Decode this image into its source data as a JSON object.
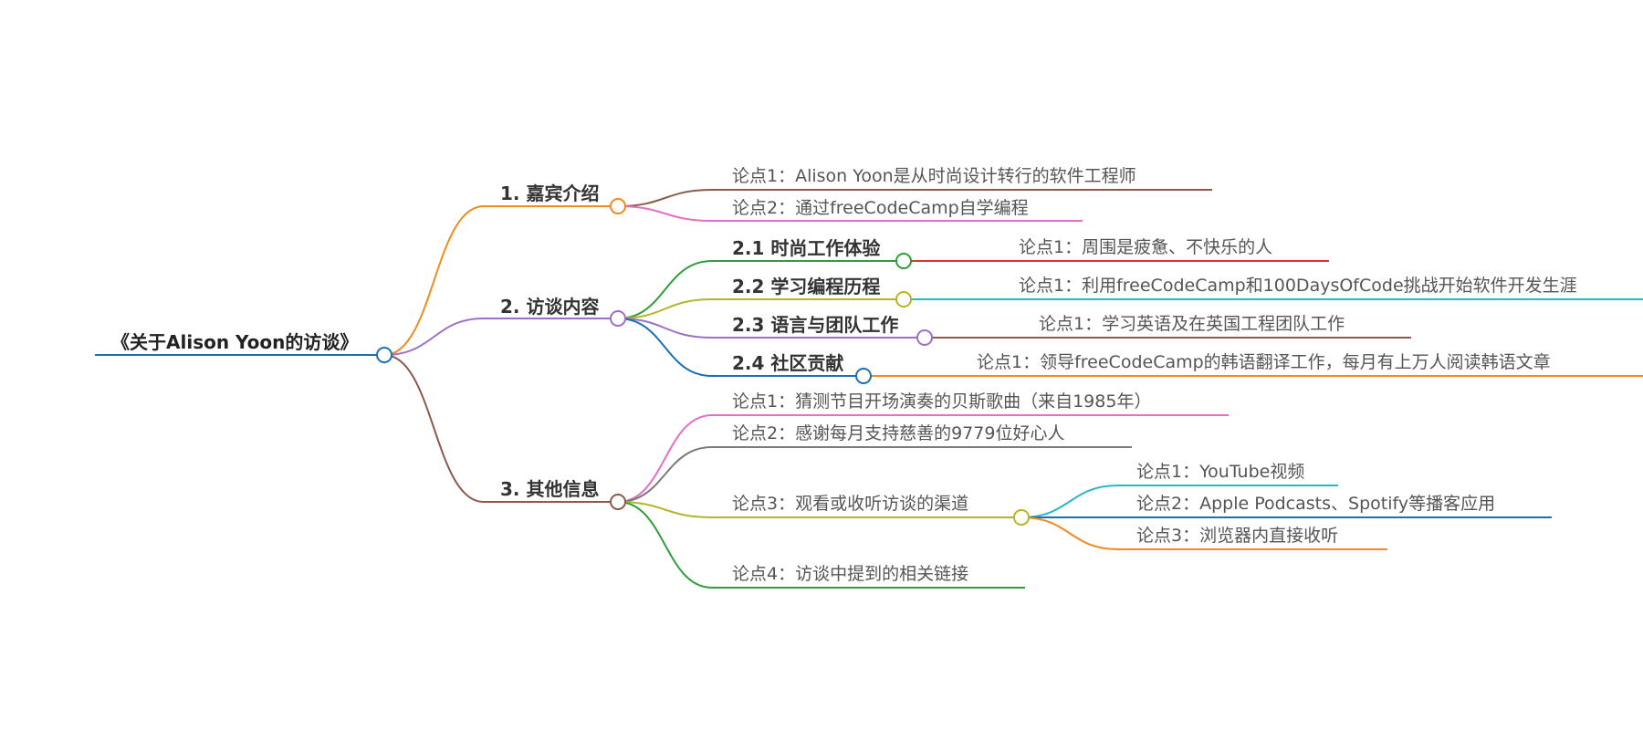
{
  "root": {
    "label": "《关于Alison Yoon的访谈》",
    "color": "#1a6fb5"
  },
  "branches": [
    {
      "label": "1. 嘉宾介绍",
      "color": "#f28a1e",
      "children": [
        {
          "label": "论点1：Alison Yoon是从时尚设计转行的软件工程师",
          "color": "#8b5a4a"
        },
        {
          "label": "论点2：通过freeCodeCamp自学编程",
          "color": "#e56fc4"
        }
      ]
    },
    {
      "label": "2. 访谈内容",
      "color": "#9c6fc9",
      "children": [
        {
          "label": "2.1 时尚工作体验",
          "color": "#2e9e3a",
          "children": [
            {
              "label": "论点1：周围是疲惫、不快乐的人",
              "color": "#e03030"
            }
          ]
        },
        {
          "label": "2.2 学习编程历程",
          "color": "#b5b52a",
          "children": [
            {
              "label": "论点1：利用freeCodeCamp和100DaysOfCode挑战开始软件开发生涯",
              "color": "#27b8c9"
            }
          ]
        },
        {
          "label": "2.3 语言与团队工作",
          "color": "#9c6fc9",
          "children": [
            {
              "label": "论点1：学习英语及在英国工程团队工作",
              "color": "#8b5a4a"
            }
          ]
        },
        {
          "label": "2.4 社区贡献",
          "color": "#1a6fb5",
          "children": [
            {
              "label": "论点1：领导freeCodeCamp的韩语翻译工作，每月有上万人阅读韩语文章",
              "color": "#f28a1e"
            }
          ]
        }
      ]
    },
    {
      "label": "3. 其他信息",
      "color": "#8b5a4a",
      "children": [
        {
          "label": "论点1：猜测节目开场演奏的贝斯歌曲（来自1985年）",
          "color": "#e56fc4"
        },
        {
          "label": "论点2：感谢每月支持慈善的9779位好心人",
          "color": "#7a7a7a"
        },
        {
          "label": "论点3：观看或收听访谈的渠道",
          "color": "#b5b52a",
          "children": [
            {
              "label": "论点1：YouTube视频",
              "color": "#27b8c9"
            },
            {
              "label": "论点2：Apple Podcasts、Spotify等播客应用",
              "color": "#1a6fb5"
            },
            {
              "label": "论点3：浏览器内直接收听",
              "color": "#f28a1e"
            }
          ]
        },
        {
          "label": "论点4：访谈中提到的相关链接",
          "color": "#2e9e3a"
        }
      ]
    }
  ]
}
